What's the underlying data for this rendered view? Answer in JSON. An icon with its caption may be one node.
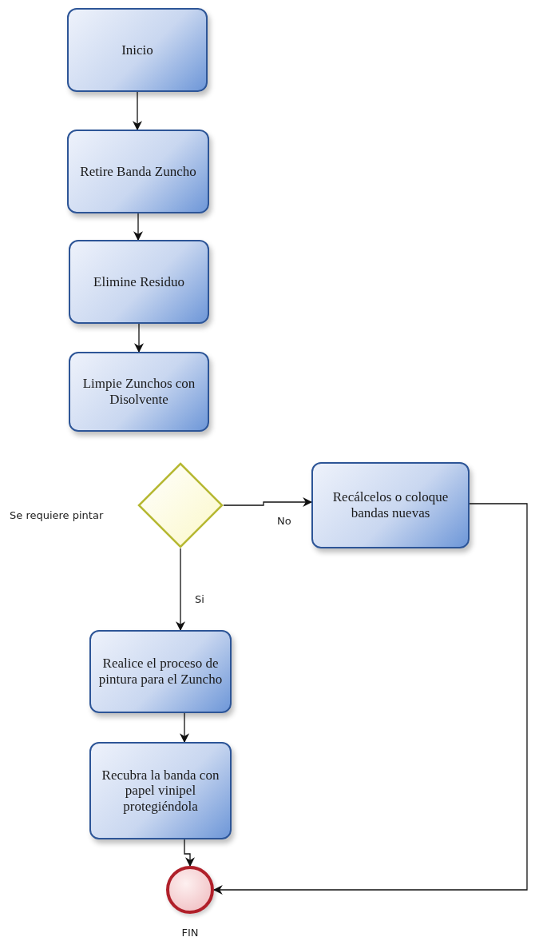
{
  "diagram": {
    "nodes": [
      {
        "text": [
          "Inicio"
        ]
      },
      {
        "text": [
          "Retire Banda Zuncho"
        ]
      },
      {
        "text": [
          "Elimine Residuo"
        ]
      },
      {
        "text": [
          "Limpie Zunchos con Disolvente"
        ]
      },
      {
        "text": [],
        "shape": "diamond",
        "beside": [
          "Se requiere pintar"
        ]
      },
      {
        "text": [
          "Recálcelos o coloque bandas nuevas"
        ]
      },
      {
        "text": [
          "Realice el proceso de pintura para el Zuncho"
        ]
      },
      {
        "text": [
          "Recubra la banda con papel vinipel protegiéndola"
        ]
      },
      {
        "text": [
          "FIN"
        ]
      }
    ],
    "edges": [
      {
        "from": 0,
        "to": 1,
        "arrow": "to"
      },
      {
        "from": 1,
        "to": 2,
        "arrow": "to"
      },
      {
        "from": 2,
        "to": 3,
        "arrow": "to"
      },
      {
        "from": 4,
        "to": 5,
        "arrow": "to",
        "label": "No"
      },
      {
        "from": 4,
        "to": 6,
        "arrow": "to",
        "label": "Si"
      },
      {
        "from": 6,
        "to": 7,
        "arrow": "to"
      },
      {
        "from": 7,
        "to": 8,
        "arrow": "to"
      },
      {
        "from": 5,
        "to": 8,
        "arrow": "to"
      }
    ]
  }
}
